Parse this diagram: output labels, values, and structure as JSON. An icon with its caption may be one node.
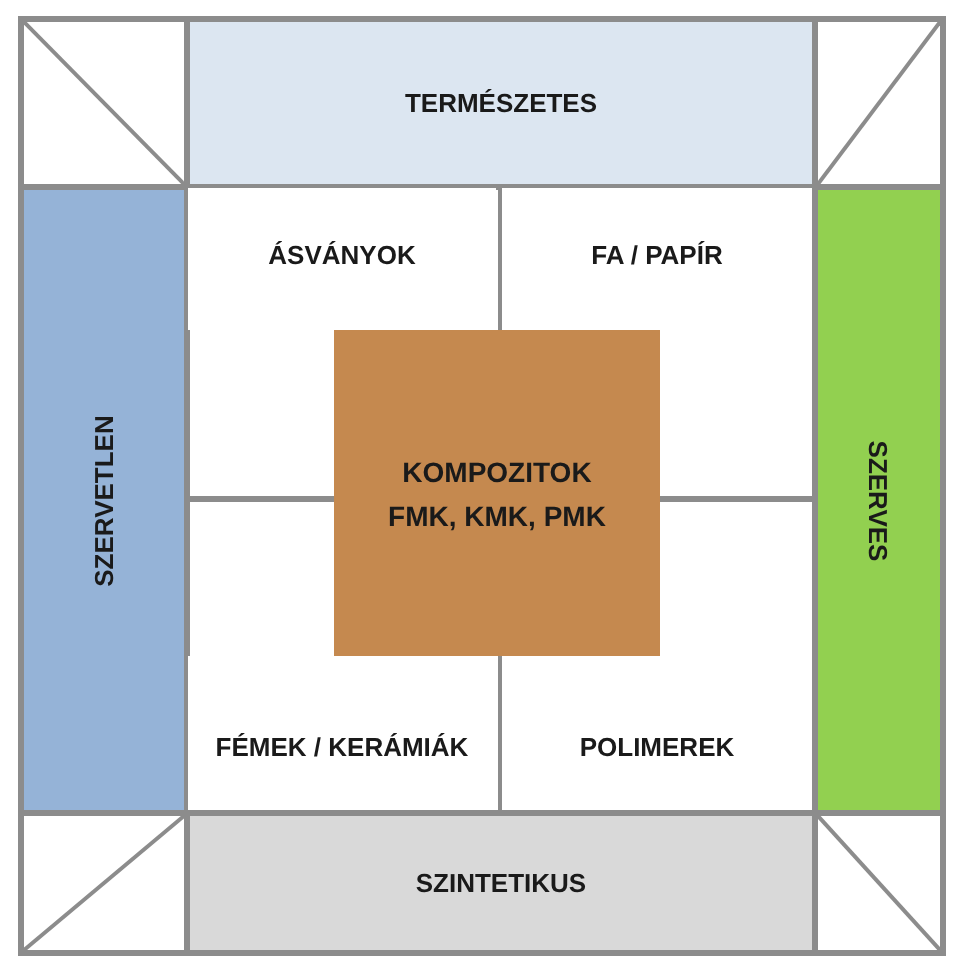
{
  "diagram": {
    "nodes": [
      {
        "text": [],
        "shape": "box"
      },
      {
        "text": [
          "TERMÉSZETES"
        ]
      },
      {
        "text": [],
        "shape": "box"
      },
      {
        "text": [
          "SZERVETLEN"
        ]
      },
      {
        "text": [
          "ÁSVÁNYOK"
        ]
      },
      {
        "text": [
          "FA / PAPÍR"
        ]
      },
      {
        "text": [
          "KOMPOZITOK",
          "FMK, KMK, PMK"
        ]
      },
      {
        "text": [
          "FÉMEK / KERÁMIÁK"
        ]
      },
      {
        "text": [
          "POLIMEREK"
        ]
      },
      {
        "text": [
          "SZERVES"
        ]
      },
      {
        "text": [],
        "shape": "box"
      },
      {
        "text": [
          "SZINTETIKUS"
        ]
      },
      {
        "text": [],
        "shape": "box"
      }
    ]
  }
}
